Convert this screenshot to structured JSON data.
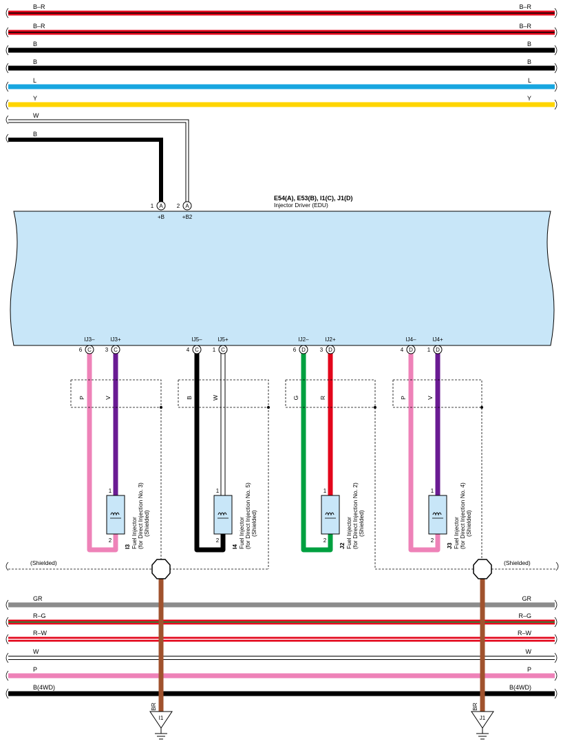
{
  "colors": {
    "B-R": "#e3061b",
    "B": "#000000",
    "L": "#18a6e0",
    "Y": "#ffd500",
    "W": "#ffffff",
    "P": "#ee82b8",
    "V": "#6a1b93",
    "G": "#00a040",
    "R": "#e3061b",
    "GR": "#8c8c8c",
    "R-G": "#e3061b",
    "R-W": "#e3061b",
    "BR": "#a0522d",
    "EDU": "#c8e6f8"
  },
  "top_wires": [
    {
      "code": "B–R",
      "color": "B-R",
      "stripe": "#000000"
    },
    {
      "code": "B–R",
      "color": "B-R",
      "stripe": "#000000"
    },
    {
      "code": "B",
      "color": "B"
    },
    {
      "code": "B",
      "color": "B"
    },
    {
      "code": "L",
      "color": "L"
    },
    {
      "code": "Y",
      "color": "Y"
    }
  ],
  "feed_wires": [
    {
      "code": "W",
      "color": "W"
    },
    {
      "code": "B",
      "color": "B"
    }
  ],
  "edu": {
    "connectors": "E54(A), E53(B), I1(C), J1(D)",
    "name": "Injector Driver (EDU)",
    "power_pins": [
      {
        "num": "1",
        "conn": "A",
        "term": "+B"
      },
      {
        "num": "2",
        "conn": "A",
        "term": "+B2"
      }
    ]
  },
  "injectors": [
    {
      "ref": "I3",
      "name": "Fuel Injector",
      "desc": "(for Direct Injection No. 3)",
      "shield": "(Shielded)",
      "neg": {
        "term": "IJ3–",
        "num": "6",
        "conn": "C",
        "wire": "P"
      },
      "pos": {
        "term": "IJ3+",
        "num": "3",
        "conn": "C",
        "wire": "V"
      }
    },
    {
      "ref": "I4",
      "name": "Fuel Injector",
      "desc": "(for Direct Injection No. 5)",
      "shield": "(Shielded)",
      "neg": {
        "term": "IJ5–",
        "num": "4",
        "conn": "C",
        "wire": "B"
      },
      "pos": {
        "term": "IJ5+",
        "num": "1",
        "conn": "C",
        "wire": "W"
      }
    },
    {
      "ref": "J2",
      "name": "Fuel Injector",
      "desc": "(for Direct Injection No. 2)",
      "shield": "(Shielded)",
      "neg": {
        "term": "IJ2–",
        "num": "6",
        "conn": "D",
        "wire": "G"
      },
      "pos": {
        "term": "IJ2+",
        "num": "3",
        "conn": "D",
        "wire": "R"
      }
    },
    {
      "ref": "J3",
      "name": "Fuel Injector",
      "desc": "(for Direct Injection No. 4)",
      "shield": "(Shielded)",
      "neg": {
        "term": "IJ4–",
        "num": "4",
        "conn": "D",
        "wire": "P"
      },
      "pos": {
        "term": "IJ4+",
        "num": "1",
        "conn": "D",
        "wire": "V"
      }
    }
  ],
  "injector_pins": [
    "1",
    "2"
  ],
  "shielded_label": "(Shielded)",
  "bottom_wires": [
    {
      "code": "GR",
      "color": "GR"
    },
    {
      "code": "R–G",
      "color": "R-G",
      "stripe": "#00a040"
    },
    {
      "code": "R–W",
      "color": "R-W",
      "stripe": "#ffffff"
    },
    {
      "code": "W",
      "color": "W"
    },
    {
      "code": "P",
      "color": "P"
    },
    {
      "code": "B(4WD)",
      "color": "B"
    }
  ],
  "grounds": [
    {
      "wire": "BR",
      "point": "I1"
    },
    {
      "wire": "BR",
      "point": "J1"
    }
  ]
}
